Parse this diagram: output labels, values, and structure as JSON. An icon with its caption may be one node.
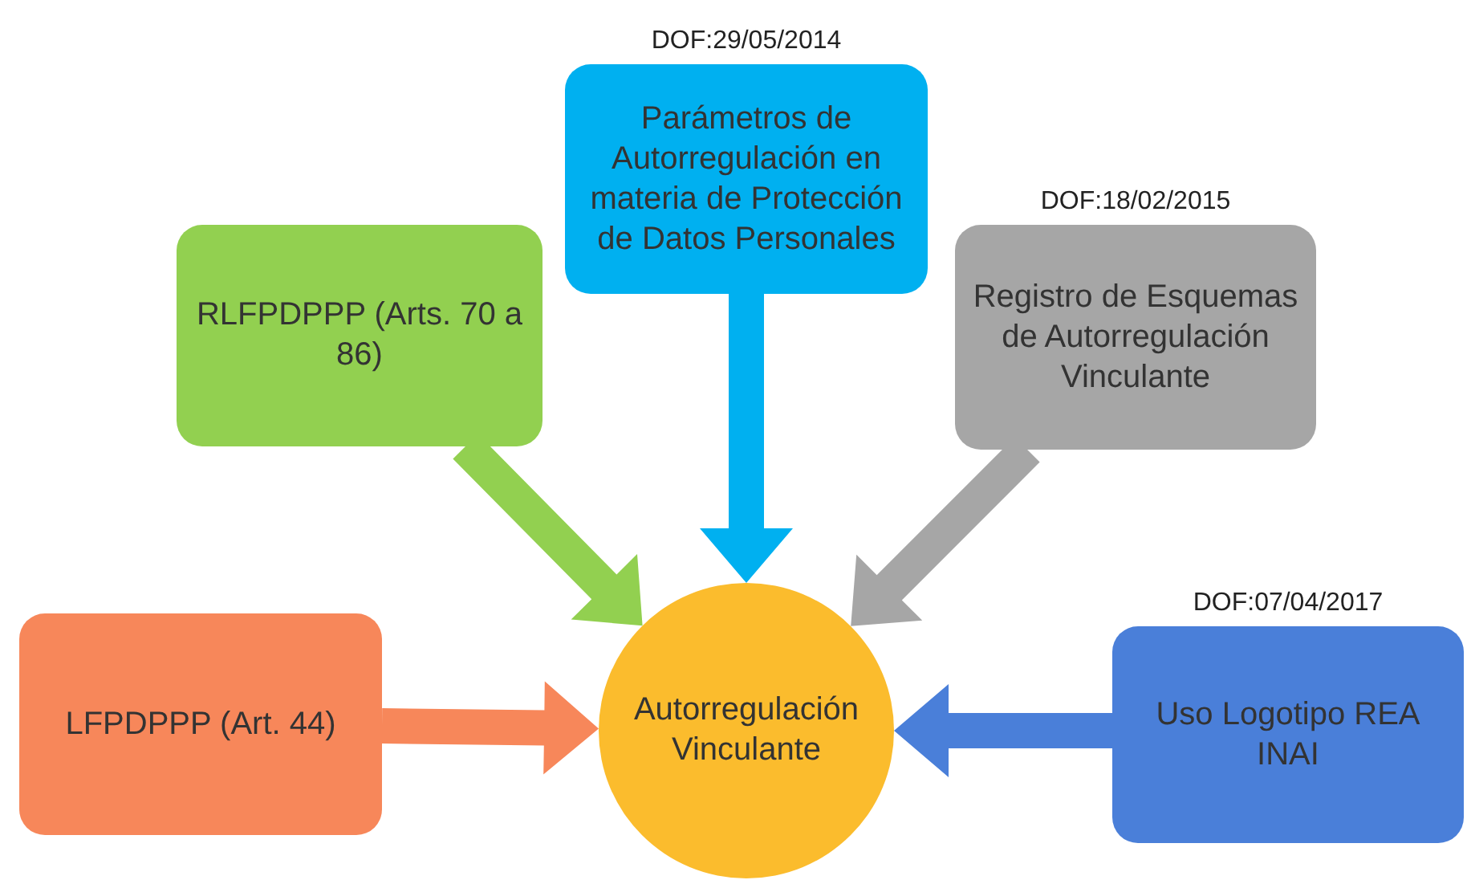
{
  "diagram": {
    "nodes": [
      {
        "text": [
          "LFPDPPP (Art. 44)"
        ]
      },
      {
        "text": [
          "RLFPDPPP (Arts. 70 a 86)"
        ]
      },
      {
        "text": [
          "Parámetros de Autorregulación en materia de Protección de Datos Personales"
        ],
        "beside": [
          "DOF:29/05/2014"
        ]
      },
      {
        "text": [
          "Registro de Esquemas de Autorregulación Vinculante"
        ],
        "beside": [
          "DOF:18/02/2015"
        ]
      },
      {
        "text": [
          "Uso Logotipo REA INAI"
        ],
        "beside": [
          "DOF:07/04/2017"
        ]
      },
      {
        "text": [
          "Autorregulación Vinculante"
        ]
      }
    ],
    "edges": [
      {
        "from": 0,
        "to": 5,
        "arrow": "to",
        "style": "thick",
        "color": "#f7875a"
      },
      {
        "from": 1,
        "to": 5,
        "arrow": "to",
        "style": "thick",
        "color": "#92d050"
      },
      {
        "from": 2,
        "to": 5,
        "arrow": "to",
        "style": "thick",
        "color": "#00b0f0"
      },
      {
        "from": 3,
        "to": 5,
        "arrow": "to",
        "style": "thick",
        "color": "#a6a6a6"
      },
      {
        "from": 4,
        "to": 5,
        "arrow": "to",
        "style": "thick",
        "color": "#4a7fd9"
      }
    ]
  }
}
